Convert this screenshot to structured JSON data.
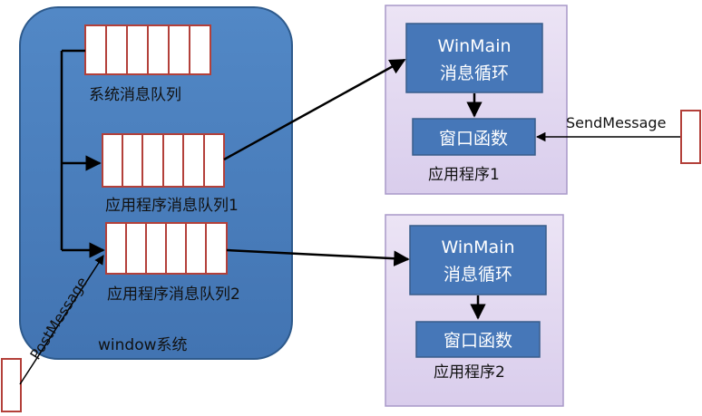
{
  "system": {
    "label": "window系统",
    "queues": [
      {
        "label": "系统消息队列",
        "cells": 6
      },
      {
        "label": "应用程序消息队列1",
        "cells": 6
      },
      {
        "label": "应用程序消息队列2",
        "cells": 6
      }
    ]
  },
  "apps": [
    {
      "title_line1": "WinMain",
      "title_line2": "消息循环",
      "func": "窗口函数",
      "label": "应用程序1"
    },
    {
      "title_line1": "WinMain",
      "title_line2": "消息循环",
      "func": "窗口函数",
      "label": "应用程序2"
    }
  ],
  "send_message": "SendMessage",
  "post_message": "PostMessage",
  "colors": {
    "system_fill": "#4a7ebb",
    "system_stroke": "#2e5a8c",
    "queue_stroke": "#b3403a",
    "app_fill": "#e3d9f0",
    "app_stroke": "#a898c8",
    "block_fill": "#4677b8",
    "block_stroke": "#385d8a"
  }
}
